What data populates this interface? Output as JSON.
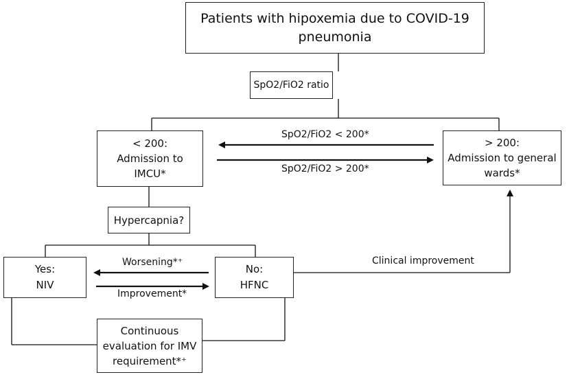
{
  "nodes": {
    "patients": {
      "line1": "Patients with hipoxemia due to COVID-19",
      "line2": "pneumonia"
    },
    "ratio": {
      "label": "SpO2/FiO2 ratio"
    },
    "low": {
      "line1": "< 200:",
      "line2": "Admission to",
      "line3": "IMCU*"
    },
    "high": {
      "line1": "> 200:",
      "line2": "Admission to general",
      "line3": "wards*"
    },
    "hypercapnia": {
      "label": "Hypercapnia?"
    },
    "yes": {
      "line1": "Yes:",
      "line2": "NIV"
    },
    "no": {
      "line1": "No:",
      "line2": "HFNC"
    },
    "continuous": {
      "line1": "Continuous",
      "line2": "evaluation for IMV",
      "line3": "requirement*⁺"
    }
  },
  "edges": {
    "to_imcu": "SpO2/FiO2 < 200*",
    "to_wards": "SpO2/FiO2 > 200*",
    "worsening": "Worsening*⁺",
    "improvement": "Improvement*",
    "clinical": "Clinical improvement"
  }
}
